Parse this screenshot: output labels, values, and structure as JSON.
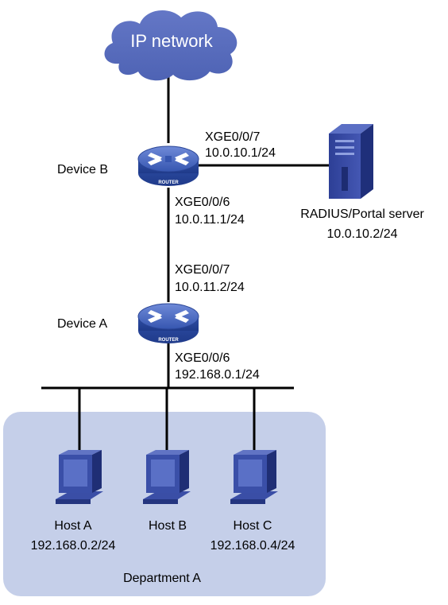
{
  "cloud": {
    "label": "IP network"
  },
  "devices": {
    "device_b": {
      "label": "Device B",
      "router_text": "ROUTER",
      "port_to_server": {
        "name": "XGE0/0/7",
        "ip": "10.0.10.1/24"
      },
      "port_to_device_a": {
        "name": "XGE0/0/6",
        "ip": "10.0.11.1/24"
      }
    },
    "device_a": {
      "label": "Device A",
      "router_text": "ROUTER",
      "port_to_device_b": {
        "name": "XGE0/0/7",
        "ip": "10.0.11.2/24"
      },
      "port_to_lan": {
        "name": "XGE0/0/6",
        "ip": "192.168.0.1/24"
      }
    }
  },
  "server": {
    "label": "RADIUS/Portal server",
    "ip": "10.0.10.2/24"
  },
  "department": {
    "label": "Department A",
    "hosts": [
      {
        "name": "Host A",
        "ip": "192.168.0.2/24"
      },
      {
        "name": "Host B",
        "ip": ""
      },
      {
        "name": "Host C",
        "ip": "192.168.0.4/24"
      }
    ]
  },
  "colors": {
    "cloud": "#5a6fbd",
    "router": "#3f5fb5",
    "department_area": "#c5cfe9",
    "link": "#000000",
    "server": "#2a3e95"
  }
}
